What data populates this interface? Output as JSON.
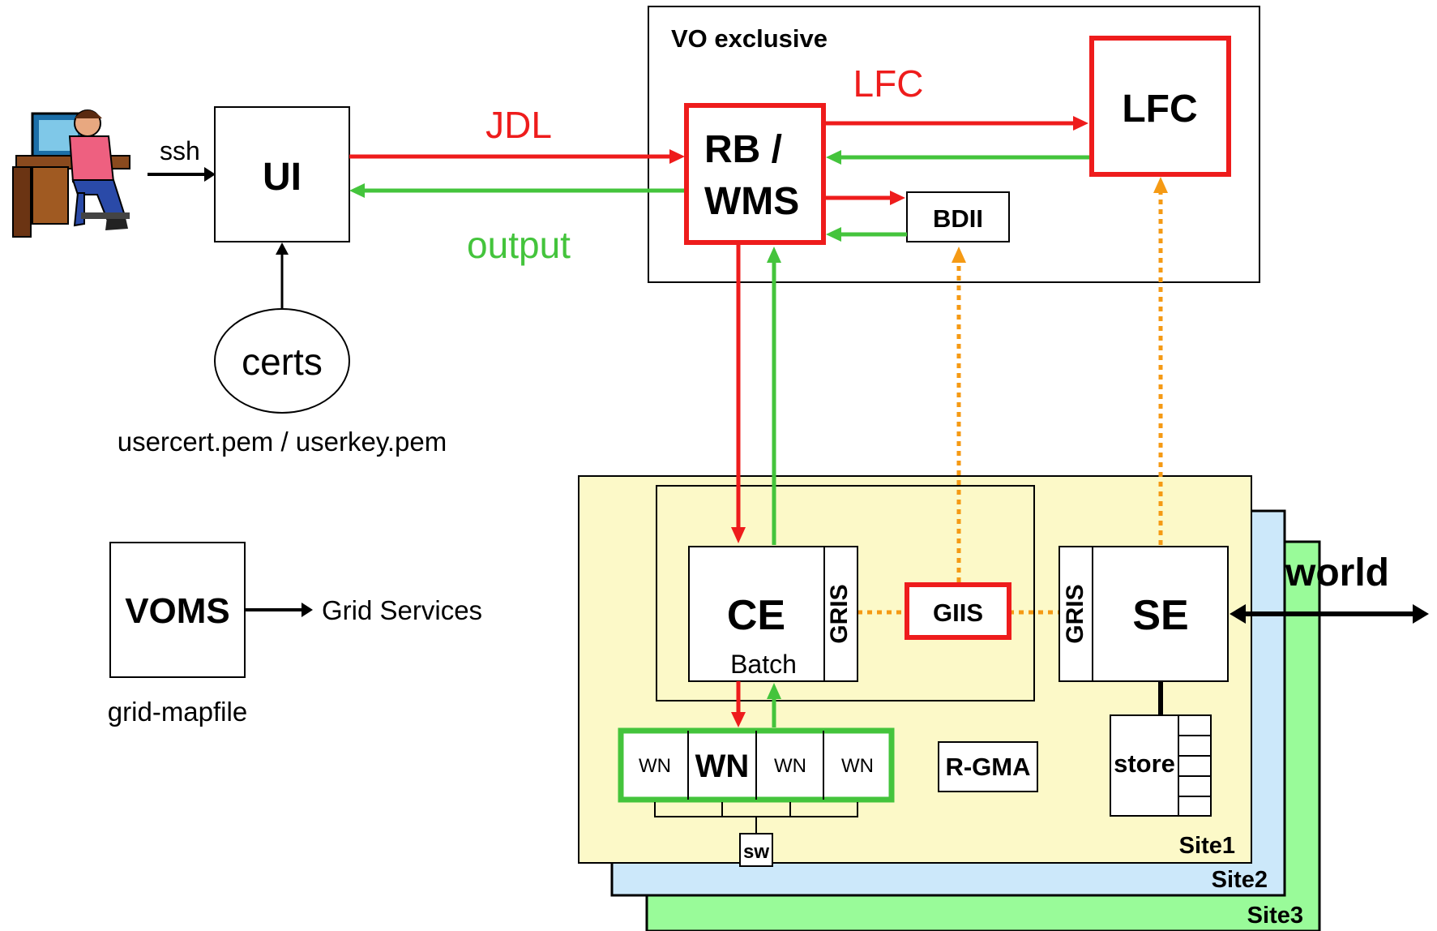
{
  "labels": {
    "vo_exclusive": "VO exclusive",
    "ssh": "ssh",
    "ui": "UI",
    "certs": "certs",
    "cert_files": "usercert.pem / userkey.pem",
    "voms": "VOMS",
    "grid_services": "Grid Services",
    "grid_mapfile": "grid-mapfile",
    "jdl": "JDL",
    "output": "output",
    "lfc_arrow": "LFC",
    "lfc_box": "LFC",
    "rb_line1": "RB /",
    "rb_line2": "WMS",
    "bdii": "BDII",
    "ce": "CE",
    "batch": "Batch",
    "gris_ce": "GRIS",
    "giis": "GIIS",
    "gris_se": "GRIS",
    "se": "SE",
    "world": "world",
    "wn1": "WN",
    "wn2": "WN",
    "wn3": "WN",
    "wn4": "WN",
    "sw": "sw",
    "rgma": "R-GMA",
    "store": "store",
    "site1": "Site1",
    "site2": "Site2",
    "site3": "Site3"
  },
  "colors": {
    "red": "#ee1c1c",
    "green": "#44c43c",
    "orange": "#f59a14",
    "site1_fill": "#fcf9c8",
    "site2_fill": "#cce8fa",
    "site3_fill": "#99fb99"
  }
}
